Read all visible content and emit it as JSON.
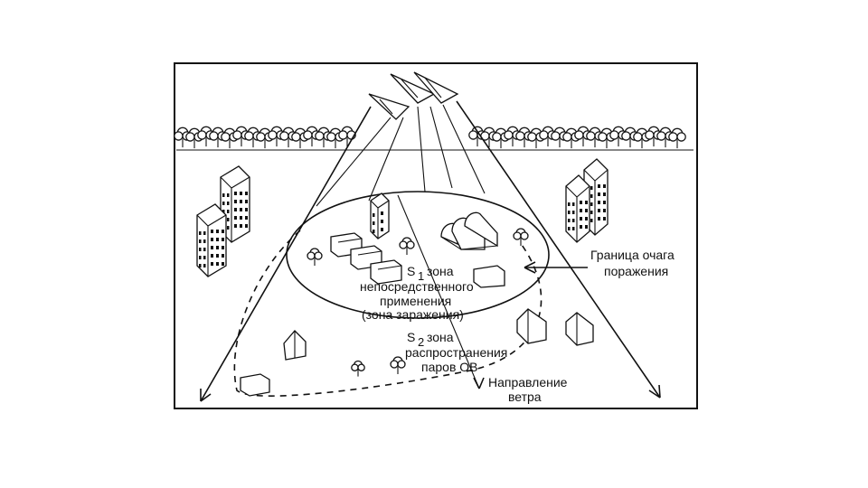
{
  "labels": {
    "boundary": [
      "Граница очага",
      "поражения"
    ],
    "zone1": [
      "S",
      "1",
      "зона",
      "непосредственного",
      "применения",
      "(зона заражения)"
    ],
    "zone2": [
      "S",
      "2",
      "зона",
      "распространения",
      "паров ОВ"
    ],
    "wind": [
      "Направление",
      "ветра"
    ]
  },
  "icons": {
    "aircraft": "jet-aircraft-icon",
    "tree": "tree-icon",
    "building": "building-icon",
    "house": "house-icon"
  },
  "colors": {
    "ink": "#111111",
    "paper": "#ffffff"
  }
}
